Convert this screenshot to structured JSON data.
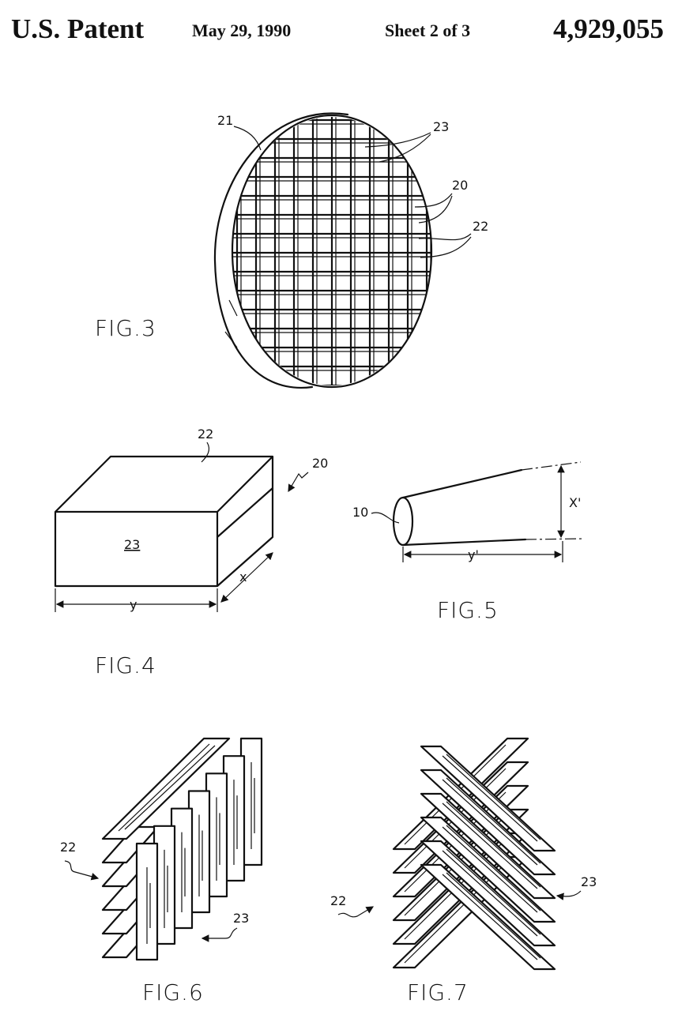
{
  "header": {
    "title": "U.S. Patent",
    "date": "May 29, 1990",
    "sheet": "Sheet 2 of 3",
    "patent_number": "4,929,055"
  },
  "fig3": {
    "caption": "FIG.3",
    "refs": [
      "21",
      "23",
      "20",
      "22"
    ]
  },
  "fig4": {
    "caption": "FIG.4",
    "refs": [
      "22",
      "23",
      "20"
    ],
    "dim_y": "y",
    "dim_x": "x"
  },
  "fig5": {
    "caption": "FIG.5",
    "refs": [
      "10"
    ],
    "dim_x": "X'",
    "dim_y": "y'"
  },
  "fig6": {
    "caption": "FIG.6",
    "refs": [
      "22",
      "23"
    ]
  },
  "fig7": {
    "caption": "FIG.7",
    "refs": [
      "22",
      "23"
    ]
  }
}
